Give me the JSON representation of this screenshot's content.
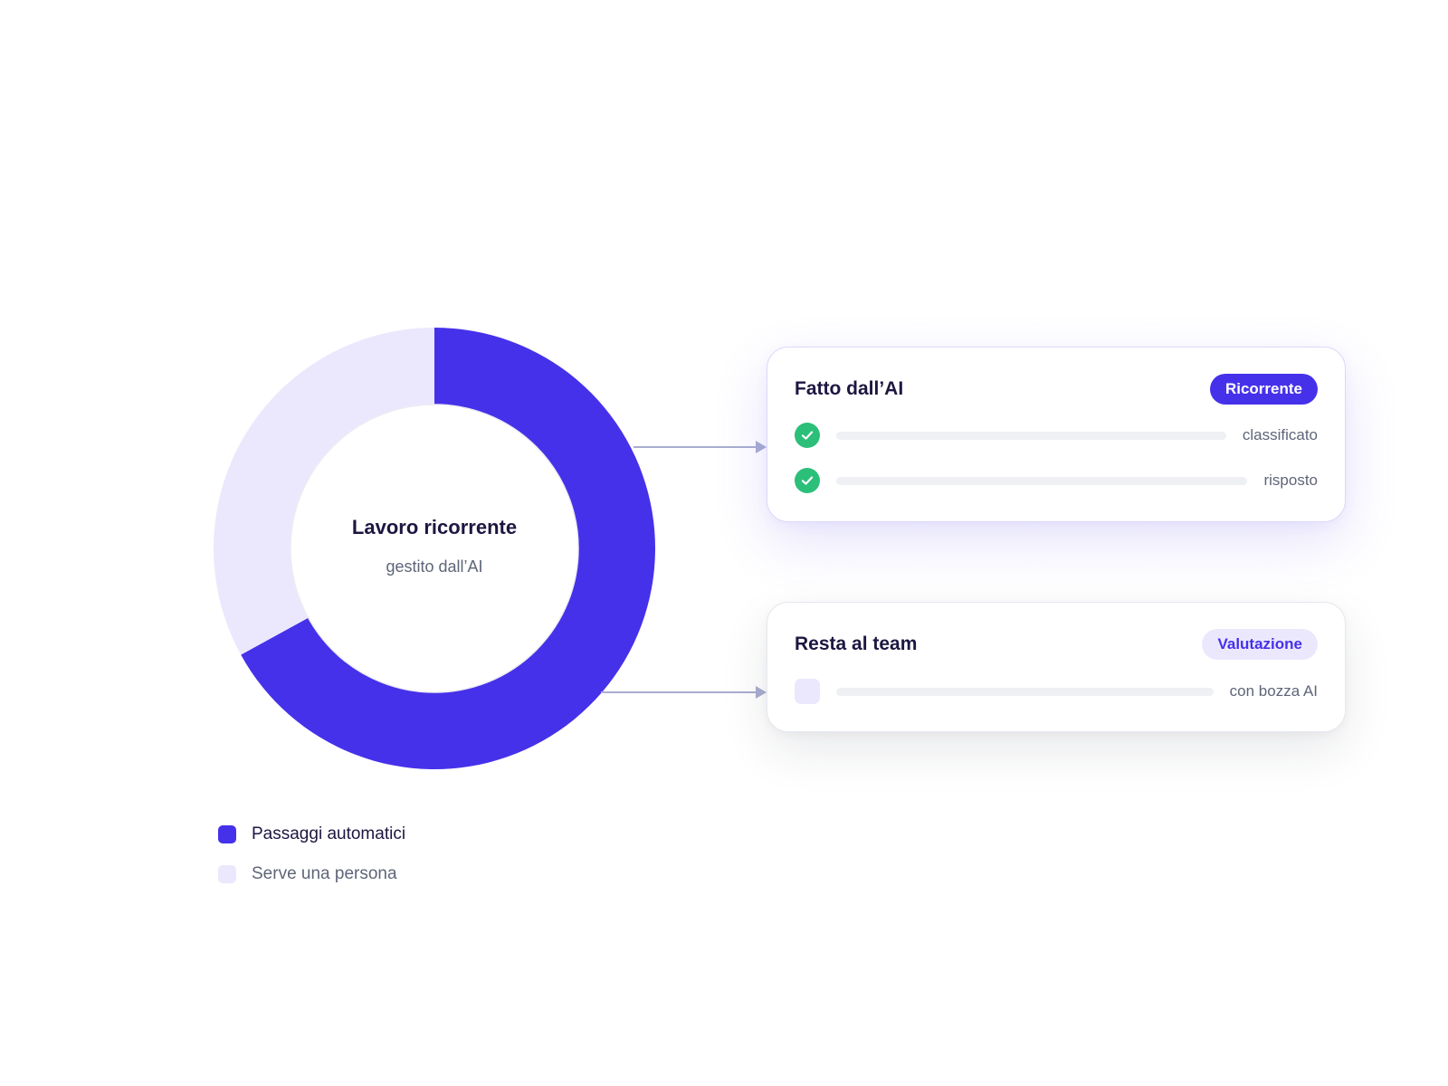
{
  "center": {
    "title": "Lavoro ricorrente",
    "subtitle": "gestito dall’AI"
  },
  "chart_data": {
    "type": "pie",
    "variant": "donut",
    "categories": [
      "Passaggi automatici",
      "Serve una persona"
    ],
    "values": [
      67,
      33
    ],
    "colors": [
      "#4631ea",
      "#ebe8fd"
    ],
    "legend": "bottom-left"
  },
  "legend": [
    {
      "label": "Passaggi automatici",
      "color": "#4631ea"
    },
    {
      "label": "Serve una persona",
      "color": "#ebe8fd"
    }
  ],
  "cards": {
    "ai": {
      "title": "Fatto dall’AI",
      "badge": "Ricorrente",
      "rows": [
        {
          "label": "classificato",
          "status": "done",
          "icon": "check-icon"
        },
        {
          "label": "risposto",
          "status": "done",
          "icon": "check-icon"
        }
      ]
    },
    "team": {
      "title": "Resta al team",
      "badge": "Valutazione",
      "rows": [
        {
          "label": "con bozza AI",
          "status": "pending",
          "icon": "pending-box-icon"
        }
      ]
    }
  },
  "colors": {
    "primary": "#4631ea",
    "primary_soft": "#ebe8fd",
    "success": "#2bbf7a",
    "text_dark": "#1c1740",
    "text_muted": "#5f6578",
    "connector": "#a9aed0"
  }
}
